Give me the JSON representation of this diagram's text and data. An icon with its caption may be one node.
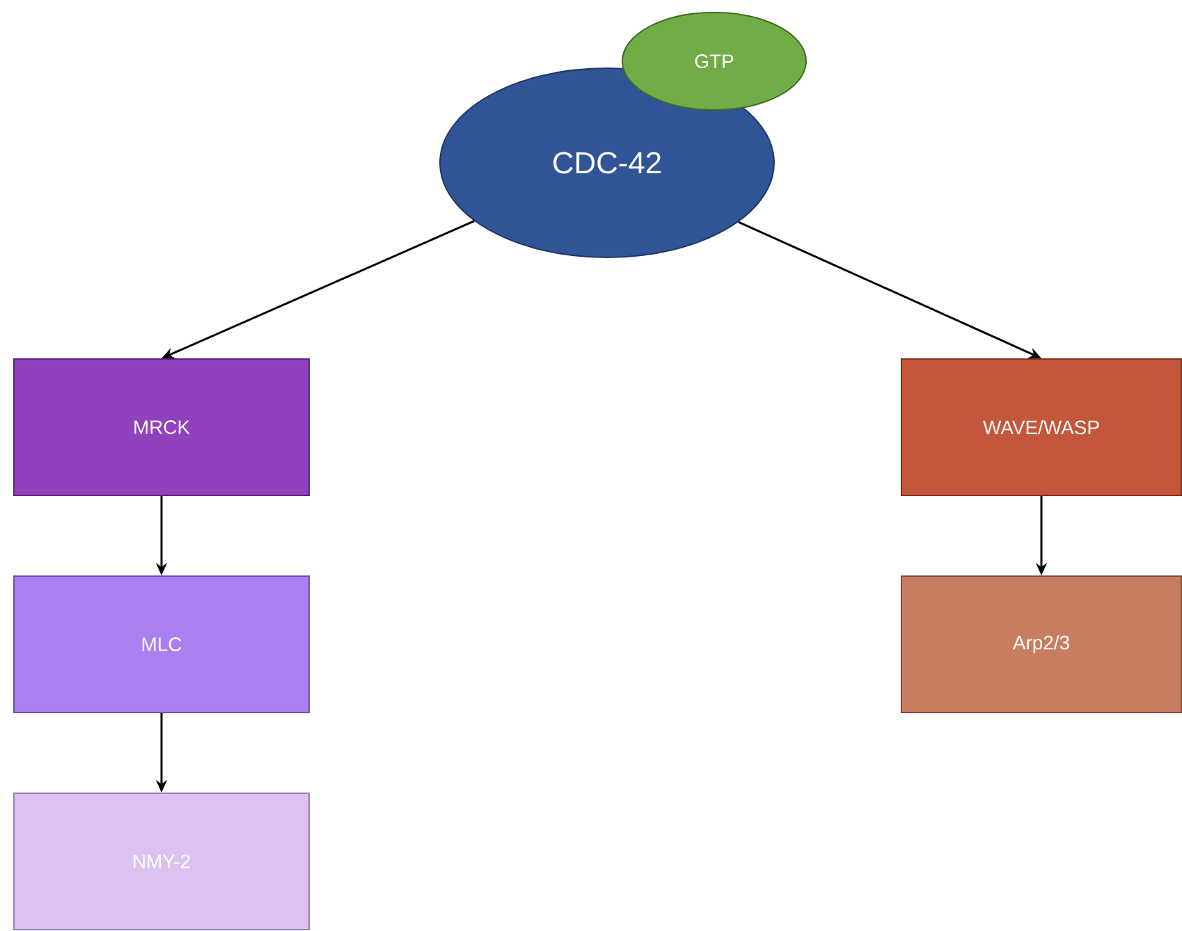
{
  "diagram": {
    "nodes": [
      {
        "text": [
          "CDC-42"
        ]
      },
      {
        "text": [
          "GTP"
        ]
      },
      {
        "text": [
          "MRCK"
        ]
      },
      {
        "text": [
          "MLC"
        ]
      },
      {
        "text": [
          "NMY-2"
        ]
      },
      {
        "text": [
          "WAVE/WASP"
        ]
      },
      {
        "text": [
          "Arp2/3"
        ]
      }
    ],
    "edges": [
      {
        "from": 0,
        "to": 2,
        "arrow": "to"
      },
      {
        "from": 0,
        "to": 5,
        "arrow": "to"
      },
      {
        "from": 2,
        "to": 3,
        "arrow": "to"
      },
      {
        "from": 3,
        "to": 4,
        "arrow": "to"
      },
      {
        "from": 5,
        "to": 6,
        "arrow": "to"
      }
    ]
  }
}
